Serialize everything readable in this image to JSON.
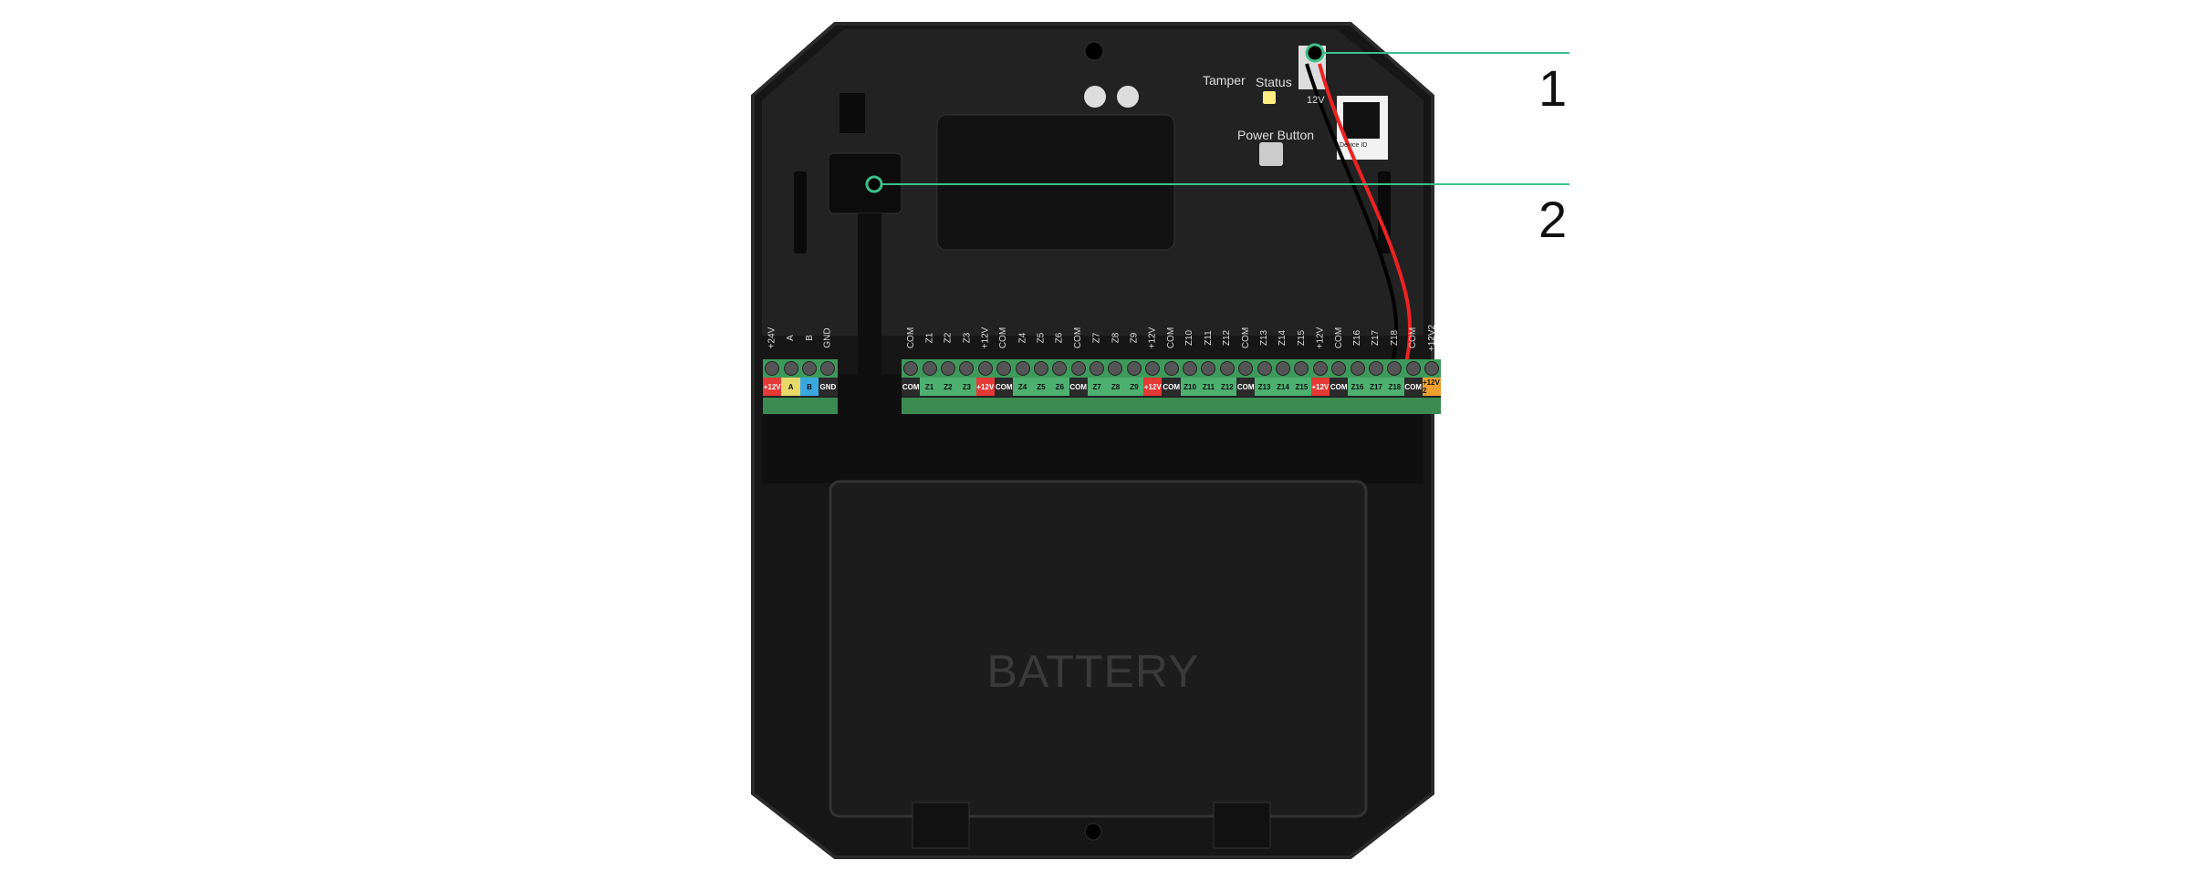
{
  "callouts": [
    {
      "number": "1"
    },
    {
      "number": "2"
    }
  ],
  "battery_label": "BATTERY",
  "pcb_labels": {
    "tamper": "Tamper",
    "status": "Status",
    "power_button": "Power Button",
    "connector_voltage": "12V",
    "device_id": "Device ID"
  },
  "colors": {
    "callout_line": "#3fbf8a",
    "enclosure": "#1a1a1a",
    "terminal_green": "#4db071",
    "terminal_red": "#e53935",
    "terminal_yellow": "#e8d96a",
    "terminal_blue": "#3ba7e0",
    "terminal_black": "#2a2a2a",
    "terminal_orange": "#f0a030"
  },
  "terminals_left": [
    {
      "top": "+24V",
      "label": "+12V",
      "color": "red"
    },
    {
      "top": "A",
      "label": "A",
      "color": "yellow"
    },
    {
      "top": "B",
      "label": "B",
      "color": "blue"
    },
    {
      "top": "GND",
      "label": "GND",
      "color": "black"
    }
  ],
  "terminals_main": [
    {
      "top": "COM",
      "label": "COM",
      "color": "black"
    },
    {
      "top": "Z1",
      "label": "Z1",
      "color": "green"
    },
    {
      "top": "Z2",
      "label": "Z2",
      "color": "green"
    },
    {
      "top": "Z3",
      "label": "Z3",
      "color": "green"
    },
    {
      "top": "+12V",
      "label": "+12V",
      "color": "red"
    },
    {
      "top": "COM",
      "label": "COM",
      "color": "black"
    },
    {
      "top": "Z4",
      "label": "Z4",
      "color": "green"
    },
    {
      "top": "Z5",
      "label": "Z5",
      "color": "green"
    },
    {
      "top": "Z6",
      "label": "Z6",
      "color": "green"
    },
    {
      "top": "COM",
      "label": "COM",
      "color": "black"
    },
    {
      "top": "Z7",
      "label": "Z7",
      "color": "green"
    },
    {
      "top": "Z8",
      "label": "Z8",
      "color": "green"
    },
    {
      "top": "Z9",
      "label": "Z9",
      "color": "green"
    },
    {
      "top": "+12V",
      "label": "+12V",
      "color": "red"
    },
    {
      "top": "COM",
      "label": "COM",
      "color": "black"
    },
    {
      "top": "Z10",
      "label": "Z10",
      "color": "green"
    },
    {
      "top": "Z11",
      "label": "Z11",
      "color": "green"
    },
    {
      "top": "Z12",
      "label": "Z12",
      "color": "green"
    },
    {
      "top": "COM",
      "label": "COM",
      "color": "black"
    },
    {
      "top": "Z13",
      "label": "Z13",
      "color": "green"
    },
    {
      "top": "Z14",
      "label": "Z14",
      "color": "green"
    },
    {
      "top": "Z15",
      "label": "Z15",
      "color": "green"
    },
    {
      "top": "+12V",
      "label": "+12V",
      "color": "red"
    },
    {
      "top": "COM",
      "label": "COM",
      "color": "black"
    },
    {
      "top": "Z16",
      "label": "Z16",
      "color": "green"
    },
    {
      "top": "Z17",
      "label": "Z17",
      "color": "green"
    },
    {
      "top": "Z18",
      "label": "Z18",
      "color": "green"
    },
    {
      "top": "COM",
      "label": "COM",
      "color": "black"
    },
    {
      "top": "+12V2",
      "label": "+12V 2",
      "color": "orange"
    }
  ]
}
